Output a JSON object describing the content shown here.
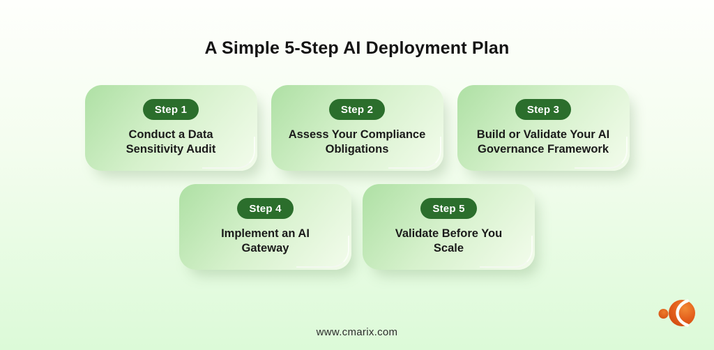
{
  "title": "A Simple 5-Step AI Deployment Plan",
  "steps": [
    {
      "badge": "Step 1",
      "lines": [
        "Conduct a Data",
        "Sensitivity Audit"
      ]
    },
    {
      "badge": "Step 2",
      "lines": [
        "Assess Your Compliance",
        "Obligations"
      ]
    },
    {
      "badge": "Step 3",
      "lines": [
        "Build or Validate Your AI",
        "Governance Framework"
      ]
    },
    {
      "badge": "Step 4",
      "lines": [
        "Implement an AI",
        "Gateway"
      ]
    },
    {
      "badge": "Step 5",
      "lines": [
        "Validate Before You",
        "Scale"
      ]
    }
  ],
  "footer": {
    "website": "www.cmarix.com"
  },
  "icons": {
    "logo": "cmarix-orange-sphere-logo"
  },
  "colors": {
    "badge_green": "#2b6e2c",
    "card_gradient_start": "#aee0a4",
    "card_gradient_end": "#f3fcec",
    "background_top": "#fefffc",
    "background_bottom": "#dcfad8",
    "logo_orange": "#df5519",
    "text_dark": "#141414"
  }
}
